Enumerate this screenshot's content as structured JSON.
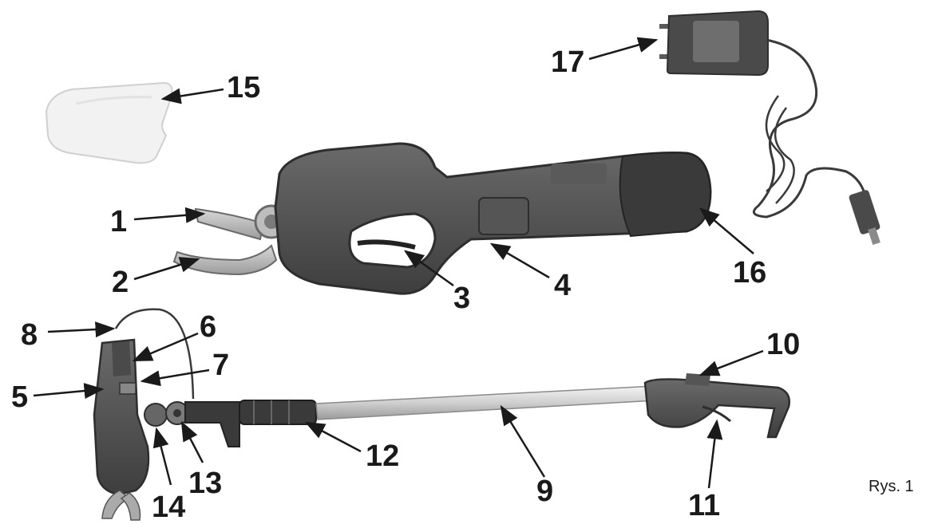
{
  "figure": {
    "caption": "Rys. 1"
  },
  "callouts": [
    {
      "id": "1",
      "label": "1"
    },
    {
      "id": "2",
      "label": "2"
    },
    {
      "id": "3",
      "label": "3"
    },
    {
      "id": "4",
      "label": "4"
    },
    {
      "id": "5",
      "label": "5"
    },
    {
      "id": "6",
      "label": "6"
    },
    {
      "id": "7",
      "label": "7"
    },
    {
      "id": "8",
      "label": "8"
    },
    {
      "id": "9",
      "label": "9"
    },
    {
      "id": "10",
      "label": "10"
    },
    {
      "id": "11",
      "label": "11"
    },
    {
      "id": "12",
      "label": "12"
    },
    {
      "id": "13",
      "label": "13"
    },
    {
      "id": "14",
      "label": "14"
    },
    {
      "id": "15",
      "label": "15"
    },
    {
      "id": "16",
      "label": "16"
    },
    {
      "id": "17",
      "label": "17"
    }
  ]
}
